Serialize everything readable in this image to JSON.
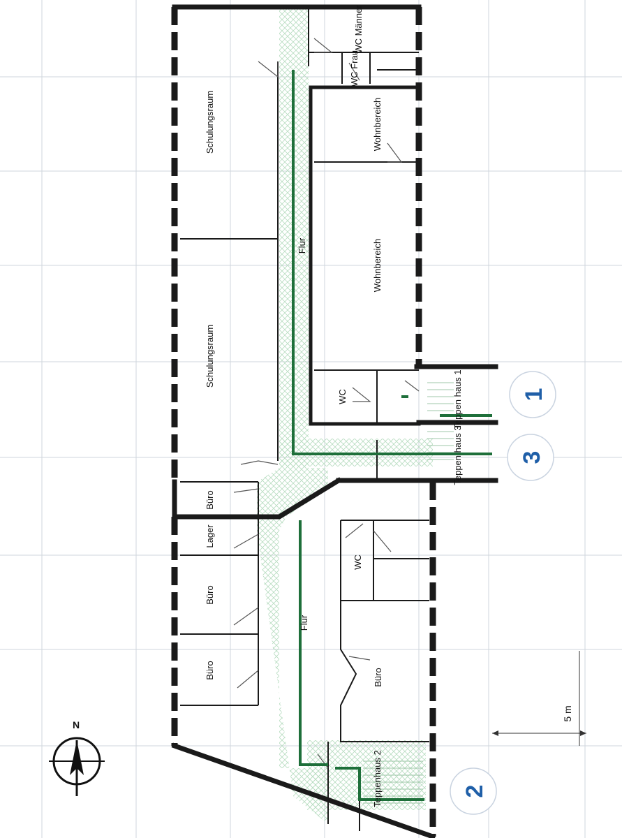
{
  "rooms": {
    "schulungsraum_1": "Schulungsraum",
    "schulungsraum_2": "Schulungsraum",
    "wohnbereich_1": "Wohnbereich",
    "wohnbereich_2": "Wohnbereich",
    "wc_maenner": "WC Männer",
    "wc_frau": "WC Frau",
    "wc_1": "WC",
    "wc_2": "WC",
    "flur_1": "Flur",
    "flur_2": "Flur",
    "buero_1": "Büro",
    "buero_2": "Büro",
    "buero_3": "Büro",
    "buero_4": "Büro",
    "lager": "Lager",
    "treppenhaus_1": "Teppen haus 1",
    "treppenhaus_3": "Teppen haus 3",
    "treppenhaus_2": "Teppenhaus 2"
  },
  "exits": {
    "exit_1": "1",
    "exit_2": "2",
    "exit_3": "3"
  },
  "scale": {
    "label": "5 m"
  },
  "compass": {
    "label": "N"
  },
  "colors": {
    "escape_route": "#1e6f3a",
    "exit_number": "#1f5fa8",
    "walls": "#1a1a1a",
    "grid": "#cfd6dc"
  },
  "icons": {
    "compass": "north-arrow-icon"
  }
}
